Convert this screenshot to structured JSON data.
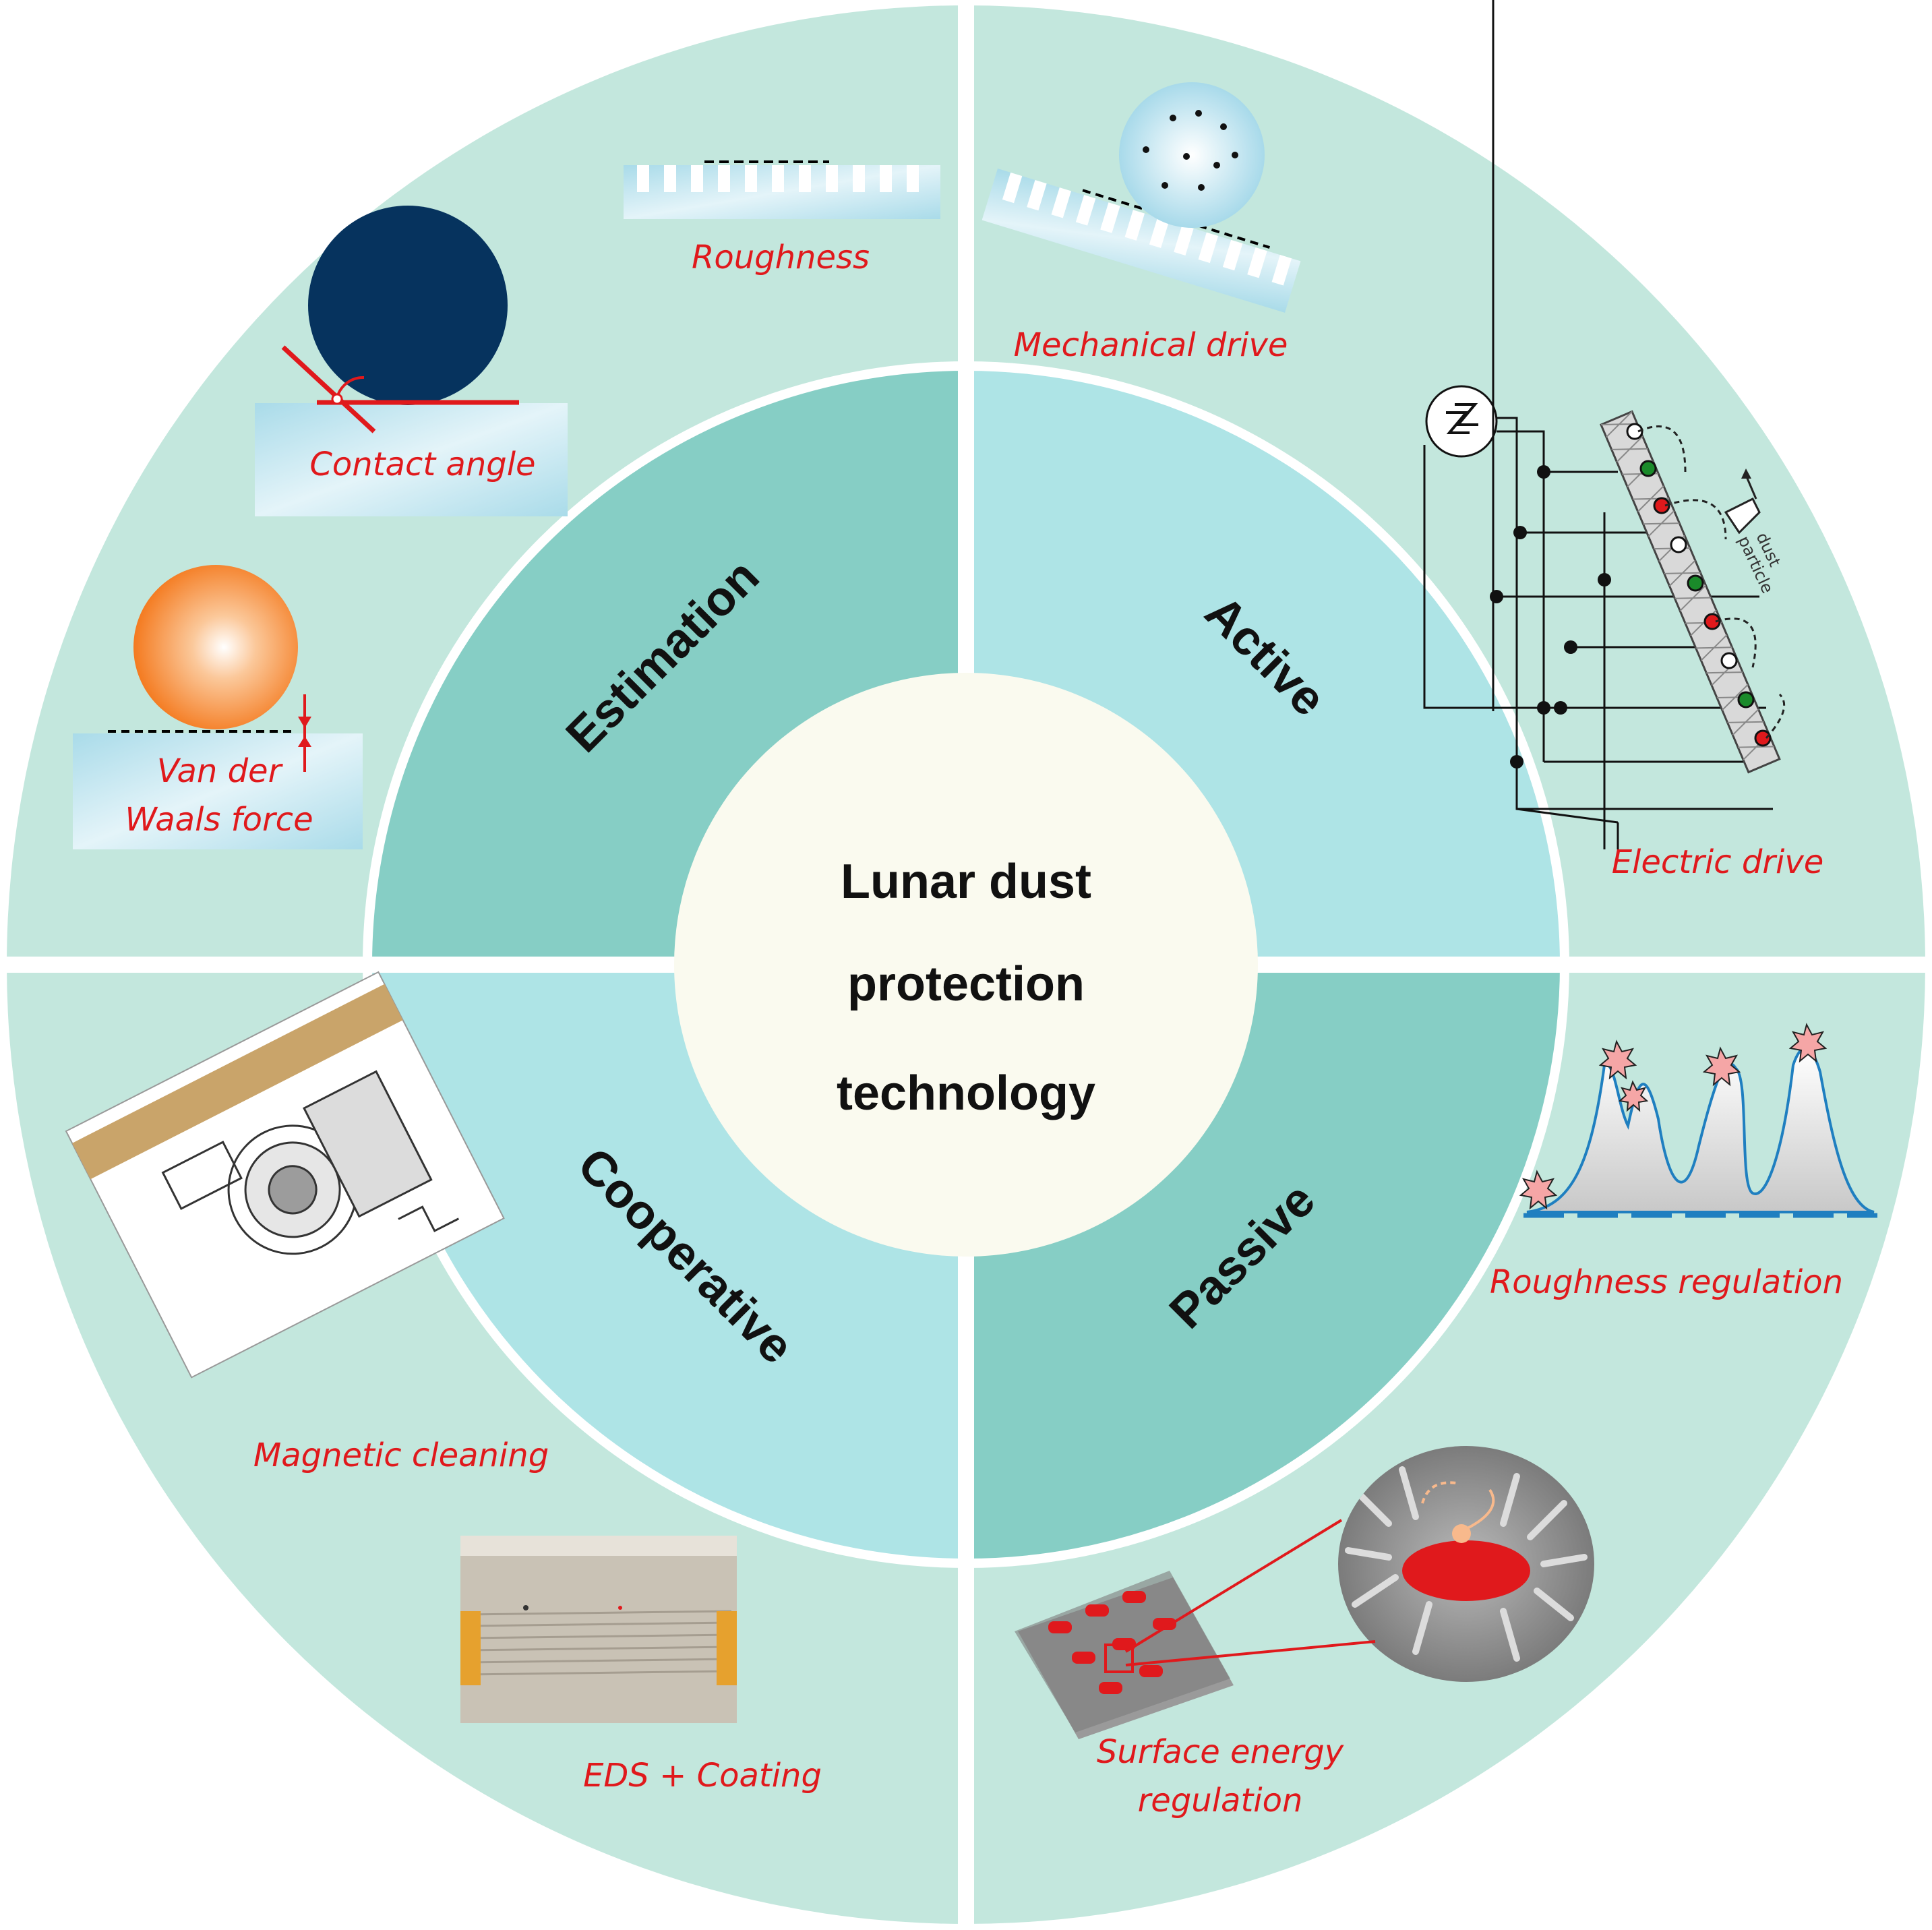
{
  "center": {
    "line1": "Lunar dust",
    "line2": "protection",
    "line3": "technology"
  },
  "quadrants": {
    "estimation": "Estimation",
    "active": "Active",
    "cooperative": "Cooperative",
    "passive": "Passive"
  },
  "labels": {
    "roughness": "Roughness",
    "contact_angle": "Contact angle",
    "vdw_line1": "Van der",
    "vdw_line2": "Waals force",
    "mechanical_drive": "Mechanical drive",
    "electric_drive": "Electric drive",
    "dust_particle_1": "dust",
    "dust_particle_2": "particle",
    "roughness_regulation": "Roughness regulation",
    "surface_energy_1": "Surface energy",
    "surface_energy_2": "regulation",
    "magnetic_cleaning": "Magnetic cleaning",
    "eds_coating": "EDS + Coating"
  },
  "colors": {
    "outer_ring": "#c3e7dd",
    "inner_teal": "#86cec5",
    "inner_light": "#aee4e6",
    "center": "#fafaef",
    "label_red": "#e0191c",
    "ball_navy": "#06335e",
    "ball_orange": "#f47a1f"
  }
}
